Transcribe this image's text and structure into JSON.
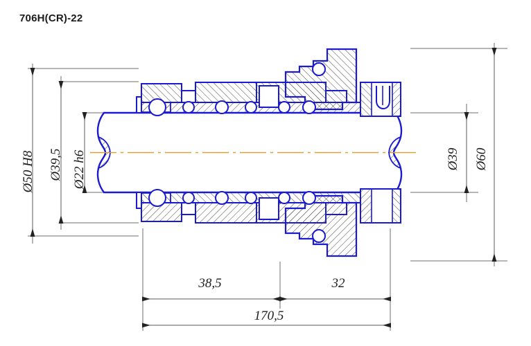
{
  "drawing": {
    "title": "706H(CR)-22",
    "type": "mechanical-seal-cross-section",
    "colors": {
      "part_outline": "#1a1ad0",
      "hatch": "#4a4a4a",
      "dimension_line": "#5a5a5a",
      "centerline": "#d8a23a",
      "text": "#1d1d1d",
      "background": "#ffffff"
    },
    "dimensions": {
      "vertical_left": [
        {
          "label": "Ø50 H8",
          "value": "50",
          "fit": "H8"
        },
        {
          "label": "Ø39,5",
          "value": "39,5",
          "fit": ""
        },
        {
          "label": "Ø22 h6",
          "value": "22",
          "fit": "h6"
        }
      ],
      "vertical_right": [
        {
          "label": "Ø39",
          "value": "39",
          "fit": ""
        },
        {
          "label": "Ø60",
          "value": "60",
          "fit": ""
        }
      ],
      "horizontal": [
        {
          "label": "38,5",
          "value": "38,5"
        },
        {
          "label": "32",
          "value": "32"
        },
        {
          "label": "170,5",
          "value": "170,5"
        }
      ]
    }
  }
}
